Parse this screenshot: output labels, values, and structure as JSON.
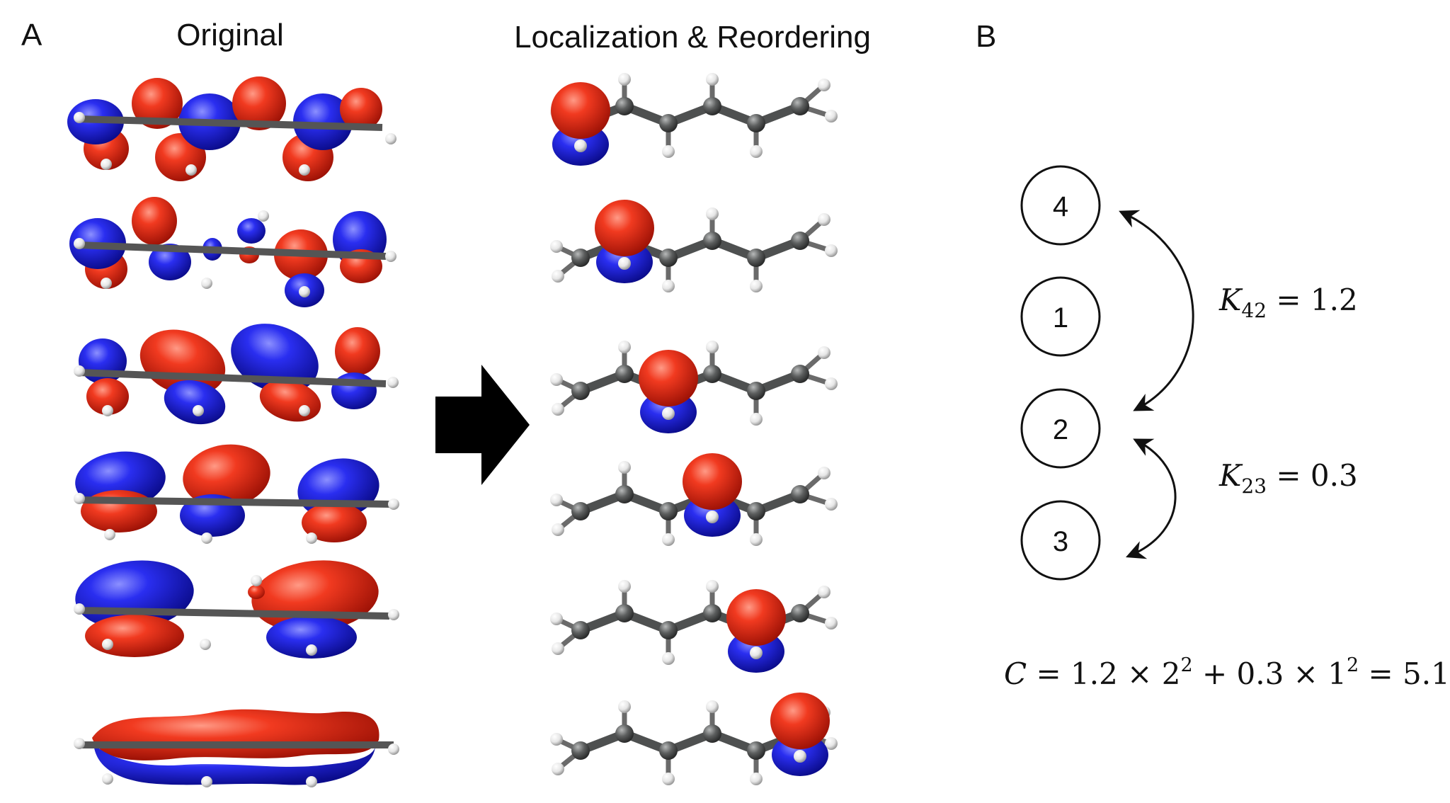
{
  "panel_a": {
    "letter": "A",
    "left_title": "Original",
    "right_title": "Localization & Reordering",
    "original_orbital_count": 6,
    "localized_orbital_count": 6,
    "localized_sites": [
      1,
      2,
      3,
      4,
      5,
      6
    ],
    "colors": {
      "phase_positive": "#e8230f",
      "phase_negative": "#1f22e6",
      "carbon": "#5a5c5c",
      "hydrogen": "#f2f2f2",
      "arrow": "#000000"
    }
  },
  "panel_b": {
    "letter": "B",
    "nodes": [
      "4",
      "1",
      "2",
      "3"
    ],
    "k42": {
      "sym": "K",
      "sub": "42",
      "rhs": " = 1.2"
    },
    "k23": {
      "sym": "K",
      "sub": "23",
      "rhs": " = 0.3"
    },
    "cost": {
      "lhs": "C",
      "t1": " = 1.2 × 2",
      "e1": "2",
      "t2": " + 0.3 × 1",
      "e2": "2",
      "t3": " = 5.1"
    }
  }
}
